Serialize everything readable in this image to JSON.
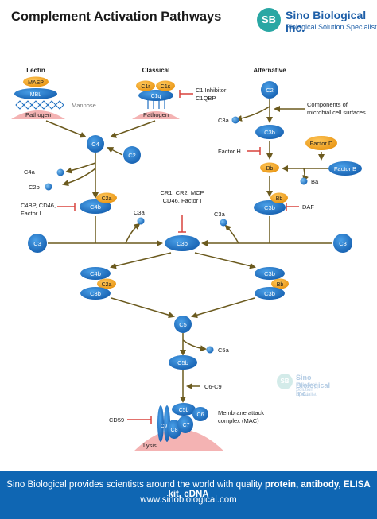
{
  "title": "Complement Activation Pathways",
  "logo": {
    "mark": "SB",
    "name": "Sino Biological Inc.",
    "tagline": "Biological Solution Specialist"
  },
  "watermark": {
    "mark": "SB",
    "name": "Sino Biological Inc.",
    "tagline": "Biological Solution Specialist"
  },
  "pathways": {
    "lectin": "Lectin",
    "classical": "Classical",
    "alternative": "Alternative"
  },
  "lectin": {
    "masp": "MASP",
    "mbl": "MBL",
    "mannose": "Mannose",
    "pathogen": "Pathogen"
  },
  "classical": {
    "c1r": "C1r",
    "c1s": "C1s",
    "c1q": "C1q",
    "pathogen": "Pathogen",
    "inhibitor": "C1 Inhibitor",
    "inhibitor2": "C1QBP"
  },
  "alternative": {
    "c2": "C2",
    "c3a": "C3a",
    "c3b": "C3b",
    "components1": "Components of",
    "components2": "microbial cell surfaces",
    "factor_h": "Factor H",
    "factor_d": "Factor D",
    "factor_b": "Factor B",
    "bb": "Bb",
    "ba": "Ba",
    "daf": "DAF"
  },
  "convertase": {
    "c4": "C4",
    "c2": "C2",
    "c4a": "C4a",
    "c2b": "C2b",
    "c2a": "C2a",
    "c4b": "C4b",
    "regulators1": "C4BP, CD46,",
    "regulators2": "Factor I"
  },
  "central": {
    "c3_left": "C3",
    "c3_right": "C3",
    "c3b": "C3b",
    "c3a_left": "C3a",
    "c3a_right": "C3a",
    "regulators1": "CR1, CR2, MCP",
    "regulators2": "CD46, Factor I"
  },
  "c5": {
    "c4b": "C4b",
    "c2a": "C2a",
    "c3b_left": "C3b",
    "c3b_r1": "C3b",
    "bb": "Bb",
    "c3b_r2": "C3b",
    "c5": "C5",
    "c5a": "C5a",
    "c5b": "C5b",
    "c6c9": "C6-C9"
  },
  "mac": {
    "c5b": "C5b",
    "c6": "C6",
    "c7": "C7",
    "c8": "C8",
    "c9": "C9",
    "cd59": "CD59",
    "lysis": "Lysis",
    "label1": "Membrane attack",
    "label2": "complex (MAC)"
  },
  "footer": {
    "text": "Sino Biological provides scientists around the world with quality ",
    "highlight": "protein, antibody, ELISA kit, cDNA",
    "url": "www.sinobiological.com"
  },
  "colors": {
    "blue": "#1e6fc0",
    "orange": "#f0a21e",
    "arrow": "#6b5a1e",
    "inhibitor": "#d8423c",
    "pink": "#f4b3b3",
    "footer": "#0f66b3"
  }
}
